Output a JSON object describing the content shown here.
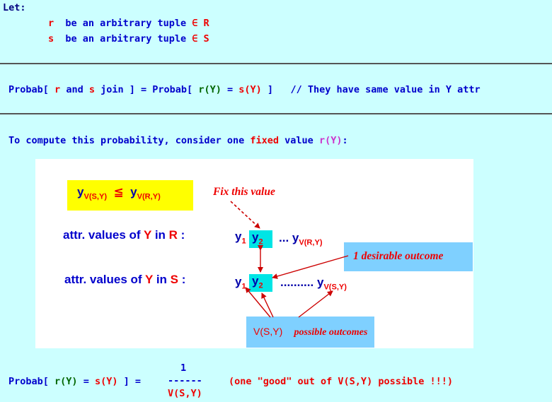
{
  "let": {
    "head": "Let:",
    "r_var": "r",
    "r_text": "be an arbitrary tuple",
    "elem": "∈",
    "r_rel": "R",
    "s_var": "s",
    "s_text": "be an arbitrary tuple",
    "s_rel": "S"
  },
  "eq1": {
    "p1": "Probab[",
    "r": "r",
    "and": "and",
    "s": "s",
    "p2": "join ] = Probab[",
    "rY": "r(Y)",
    "eq": "=",
    "sY": "s(Y)",
    "p3": "]",
    "comment": "// They have same value in Y attr"
  },
  "compute": {
    "p1": "To compute this probability, consider one",
    "fixed": "fixed",
    "p2": "value",
    "rY": "r(Y)",
    "colon": ":"
  },
  "diagram": {
    "cond_y": "y",
    "cond_sub1": "V(S,Y)",
    "cond_le": "≦",
    "cond_sub2": "V(R,Y)",
    "fix_label": "Fix this value",
    "row_r": {
      "prefix": "attr. values of",
      "Y": "Y",
      "in": "in",
      "rel": "R",
      "colon": ":"
    },
    "row_s": {
      "prefix": "attr. values of",
      "Y": "Y",
      "in": "in",
      "rel": "S",
      "colon": ":"
    },
    "y": "y",
    "sub1": "1",
    "sub2": "2",
    "dots_r": "...",
    "dots_s": "..........",
    "sub_vr": "V(R,Y)",
    "sub_vs": "V(S,Y)",
    "desirable": "1 desirable outcome",
    "poss_prefix": "V(S,Y)",
    "poss_suffix": "possible outcomes"
  },
  "eq2": {
    "p1": "Probab[",
    "rY": "r(Y)",
    "eq": "=",
    "sY": "s(Y)",
    "p2": "] =",
    "num": "1",
    "bar": "------",
    "den": "V(S,Y)",
    "note": "(one \"good\" out of V(S,Y) possible !!!)"
  },
  "colors": {
    "background": "#ccffff",
    "red": "#ee0000",
    "blue": "#0000cc",
    "green": "#006600",
    "magenta": "#cc33cc",
    "highlight": "#00e5e5",
    "callout": "#7fd0ff",
    "yellow": "#ffff00"
  }
}
